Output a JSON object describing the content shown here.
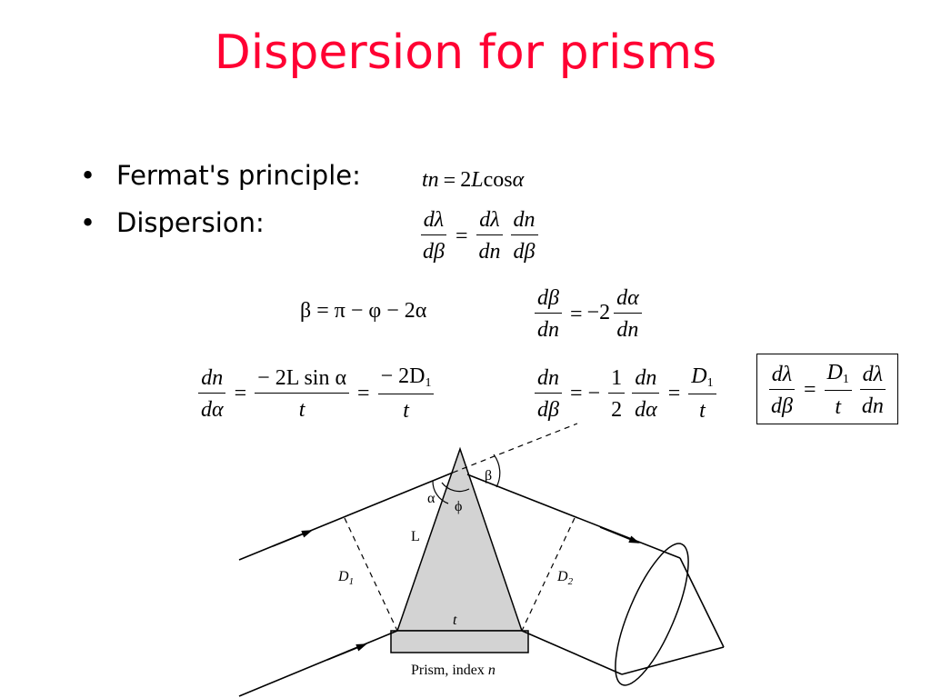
{
  "slide": {
    "title": "Dispersion for prisms"
  },
  "bullets": [
    {
      "symbol": "•",
      "text": "Fermat's principle:"
    },
    {
      "symbol": "•",
      "text": "Dispersion:"
    }
  ],
  "equations": {
    "fermat": {
      "t": "t",
      "n": "n",
      "eq": "=",
      "two": "2",
      "L": "L",
      "cos": "cos",
      "alpha": "α"
    },
    "disp": {
      "d": "d",
      "lambda": "λ",
      "beta": "β",
      "n": "n"
    },
    "beta_rel": "β = π − φ − 2α",
    "dbeta_dn": {
      "coef": "−2",
      "alpha": "α"
    },
    "dn_dalpha": {
      "num1": "− 2L sin α",
      "den": "t",
      "num2": "− 2D",
      "sub": "1"
    },
    "dn_dbeta": {
      "half_num": "1",
      "half_den": "2",
      "D": "D",
      "sub": "1",
      "t": "t"
    },
    "result": {
      "D": "D",
      "sub": "1",
      "t": "t"
    }
  },
  "diagram": {
    "labels": {
      "beta": "β",
      "alpha": "α",
      "phi": "ϕ",
      "L": "L",
      "D1_main": "D",
      "D1_sub": "1",
      "D2_main": "D",
      "D2_sub": "2",
      "t": "t",
      "caption_main": "Prism, index ",
      "caption_n": "n"
    },
    "colors": {
      "prism_fill": "#d3d3d3",
      "stroke": "#000000"
    }
  }
}
